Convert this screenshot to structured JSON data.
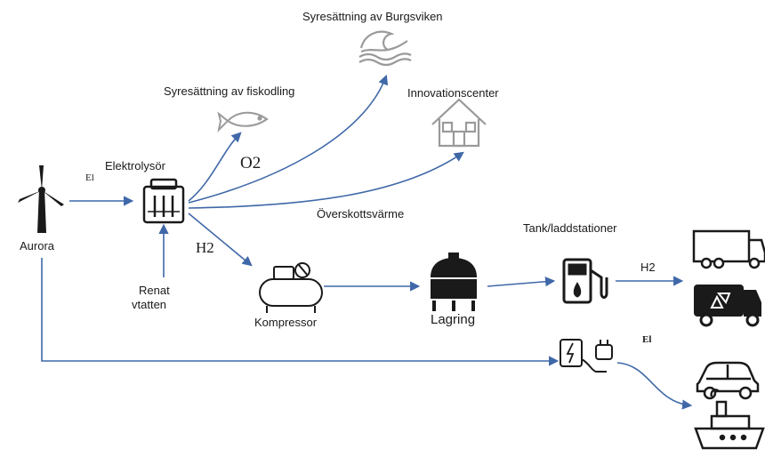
{
  "labels": {
    "aurora": "Aurora",
    "electrolyser": "Elektrolysör",
    "el_symbol_1": "El",
    "el_symbol_2": "El",
    "o2": "O2",
    "h2_main": "H2",
    "h2_tank": "H2",
    "renat_line1": "Renat",
    "renat_line2": "vtatten",
    "fish_target": "Syresättning av fiskodling",
    "bay_target": "Syresättning av Burgsviken",
    "innovation": "Innovationscenter",
    "surplus_heat": "Överskottsvärme",
    "compressor": "Kompressor",
    "storage": "Lagring",
    "stations": "Tank/laddstationer"
  },
  "colors": {
    "arrow": "#3f68a8",
    "icon": "#1a1a1a",
    "icon_light": "#9a9a9a"
  },
  "icons": [
    "wind-turbine-icon",
    "electrolyser-icon",
    "fish-icon",
    "wave-icon",
    "house-icon",
    "compressor-icon",
    "storage-tank-icon",
    "fuel-pump-icon",
    "ev-charger-icon",
    "truck-icon",
    "garbage-truck-icon",
    "car-icon",
    "ship-icon"
  ]
}
